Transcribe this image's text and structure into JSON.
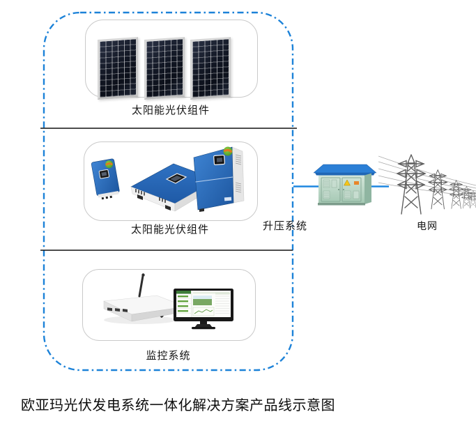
{
  "diagram": {
    "sections": [
      {
        "id": "solar-panels",
        "label": "太阳能光伏组件"
      },
      {
        "id": "inverters",
        "label": "太阳能光伏组件"
      },
      {
        "id": "monitoring",
        "label": "监控系统"
      }
    ],
    "external_nodes": [
      {
        "id": "boost-system",
        "label": "升压系统"
      },
      {
        "id": "power-grid",
        "label": "电网"
      }
    ],
    "caption": "欧亚玛光伏发电系统一体化解决方案产品线示意图"
  },
  "icons": [
    "solar-panel-image",
    "inverter-small-image",
    "inverter-medium-image",
    "inverter-large-image",
    "transformer-image",
    "power-towers-image",
    "datalogger-image",
    "monitor-image"
  ],
  "colors": {
    "dashed_border": "#1c82d8",
    "connector_line": "#1e87e0",
    "separator_line": "#111111",
    "inverter_blue": "#2565b8",
    "transformer_body_green": "#b9d6c5",
    "transformer_roof_blue": "#2b7fd6",
    "panel_dark": "#121724",
    "tower_gray": "#5f5f5f",
    "sticker_green": "#54a52e",
    "sticker_orange": "#e07a1f"
  }
}
